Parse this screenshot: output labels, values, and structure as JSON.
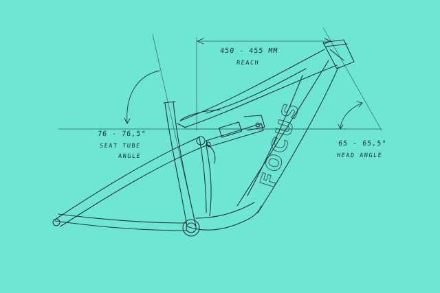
{
  "background_color": "#6ee6d6",
  "ink_color": "#243333",
  "brand": {
    "text": "FOCUS"
  },
  "dimensions": {
    "reach": {
      "value": "450 - 455 MM",
      "label": "REACH"
    },
    "seat_tube_angle": {
      "value": "76 - 76,5°",
      "label_line1": "SEAT TUBE",
      "label_line2": "ANGLE"
    },
    "head_angle": {
      "value": "65 - 65,5°",
      "label": "HEAD ANGLE"
    }
  }
}
